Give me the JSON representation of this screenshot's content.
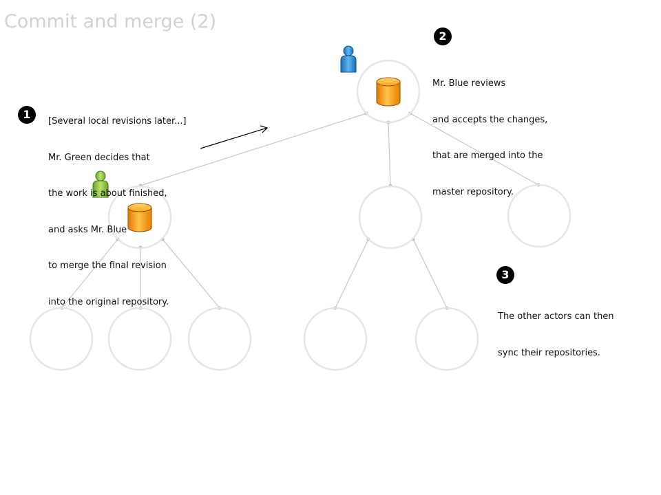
{
  "title": "Commit and merge (2)",
  "steps": [
    {
      "number": "1",
      "lines": [
        "[Several local revisions later...]",
        "Mr. Green decides that",
        "the work is about finished,",
        "and asks Mr. Blue",
        "to merge the final revision",
        "into the original repository."
      ]
    },
    {
      "number": "2",
      "lines": [
        "Mr. Blue reviews",
        "and accepts the changes,",
        "that are merged into the",
        "master repository."
      ]
    },
    {
      "number": "3",
      "lines": [
        "The other actors can then",
        "sync their repositories."
      ]
    }
  ],
  "actors": [
    {
      "name": "Mr. Blue",
      "color": "#2a8fd6"
    },
    {
      "name": "Mr. Green",
      "color": "#8cc63f"
    }
  ],
  "colors": {
    "node_ring": "#e6e6e6",
    "edge": "#c8c8c8",
    "repository": "#f7a21b",
    "title": "#d2d2d2"
  }
}
